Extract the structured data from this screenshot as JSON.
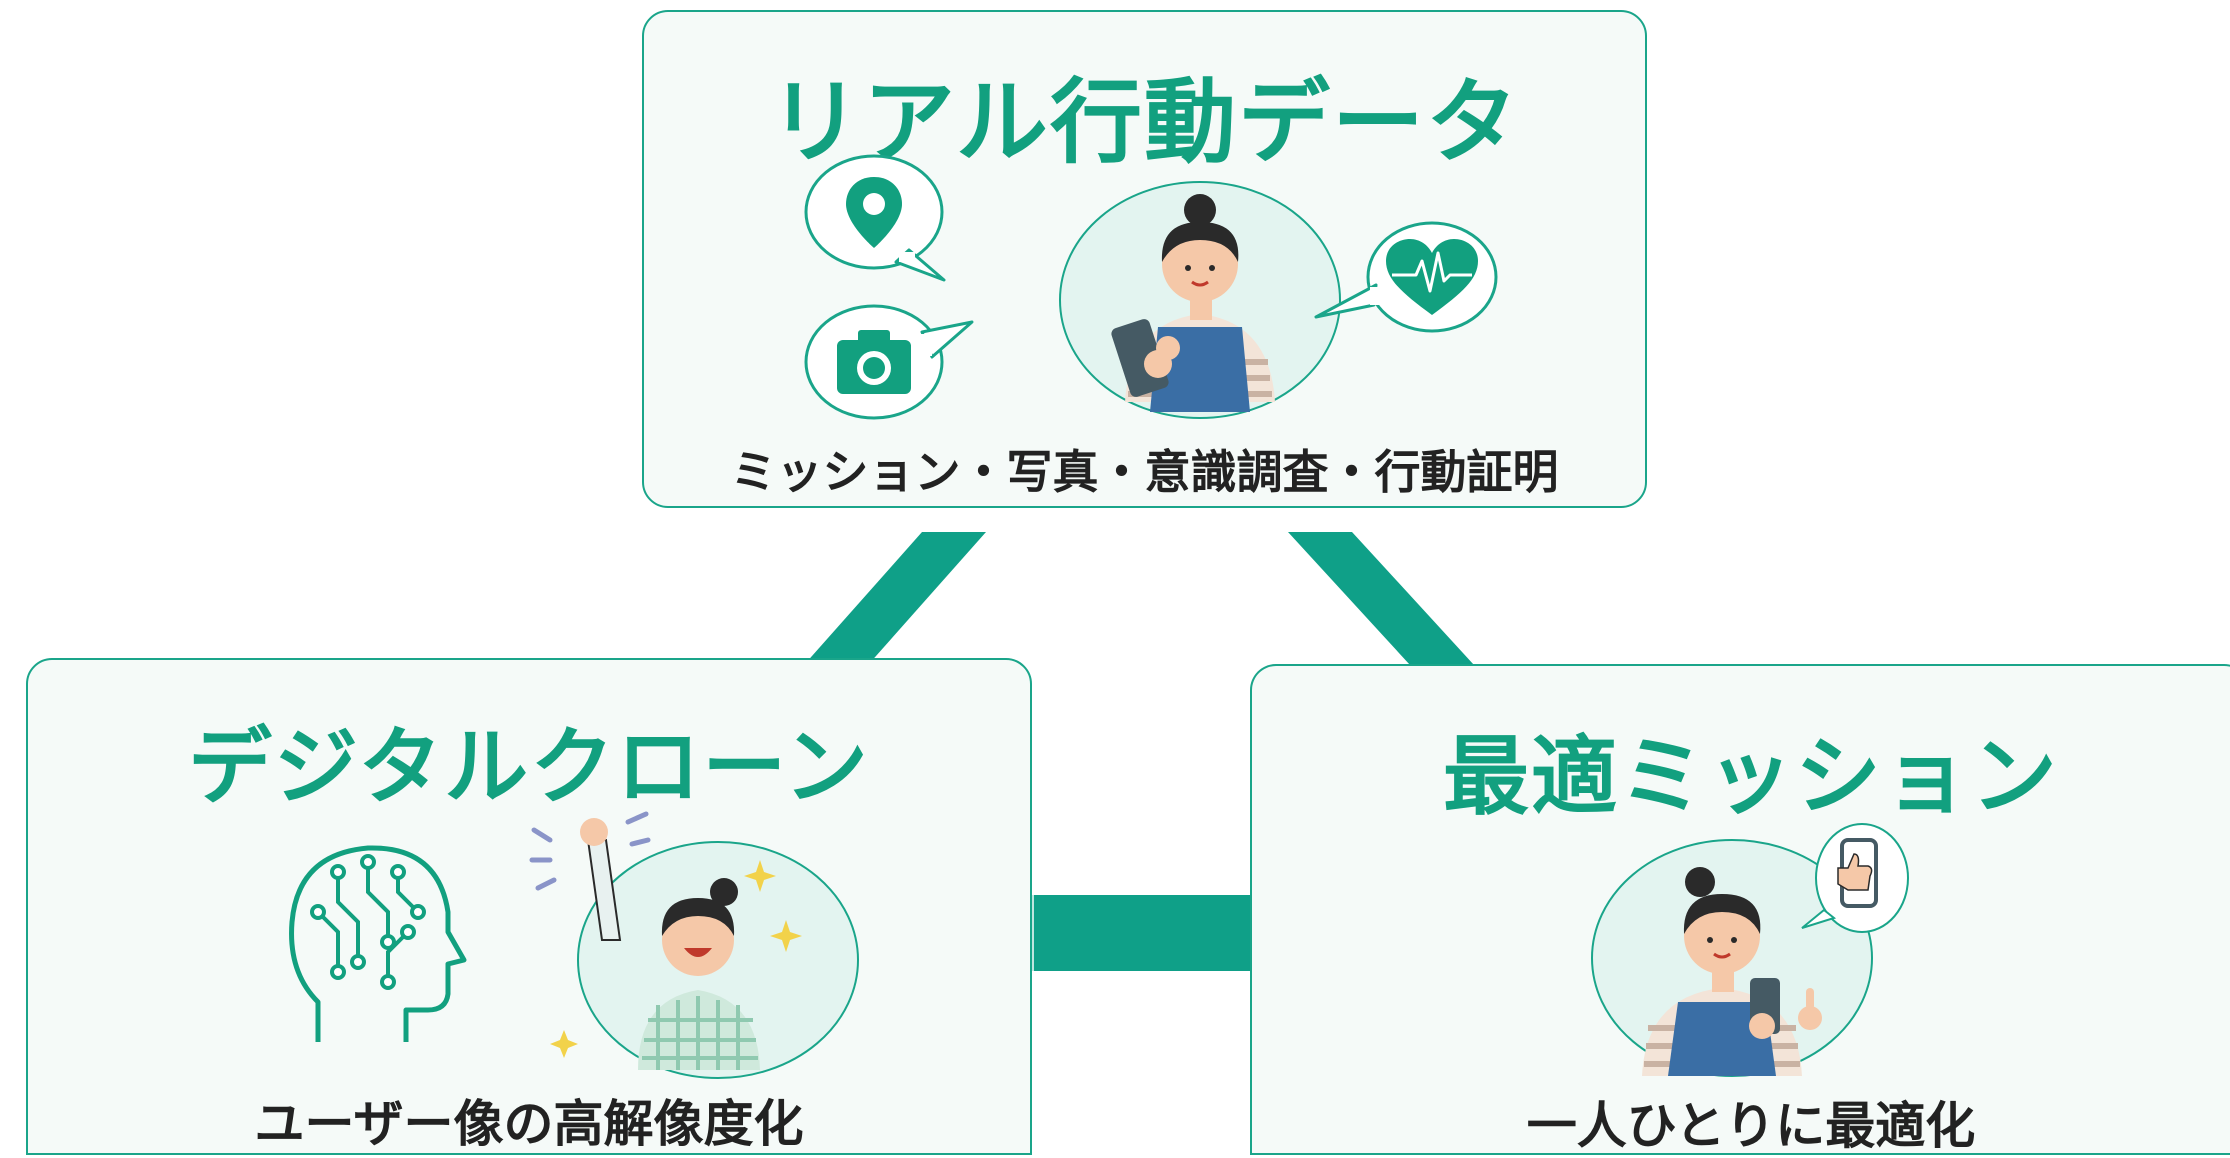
{
  "colors": {
    "accent": "#12a07f",
    "connector": "#0fa088",
    "card_background": "#f5faf8",
    "caption": "#222222"
  },
  "cards": {
    "top": {
      "title": "リアル行動データ",
      "caption": "ミッション・写真・意識調査・行動証明",
      "icons": [
        "location-pin-icon",
        "camera-icon",
        "heart-pulse-icon"
      ]
    },
    "left": {
      "title": "デジタルクローン",
      "caption": "ユーザー像の高解像度化",
      "icons": [
        "ai-head-circuit-icon"
      ]
    },
    "right": {
      "title": "最適ミッション",
      "caption": "一人ひとりに最適化",
      "icons": [
        "thumbs-up-phone-icon"
      ]
    }
  }
}
